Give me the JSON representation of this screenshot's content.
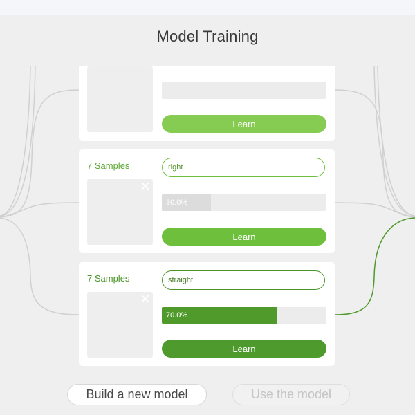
{
  "page": {
    "title": "Model Training"
  },
  "colors": {
    "background": "#efefef",
    "card": "#ffffff",
    "accent_light": "#86cc52",
    "accent": "#6ec03c",
    "accent_dark": "#4e9a2c",
    "wire": "#d0d0d0"
  },
  "classes": [
    {
      "samples_label": "",
      "input_value": "",
      "progress": 0,
      "progress_label": "",
      "learn_label": "Learn"
    },
    {
      "samples_label": "7 Samples",
      "input_value": "right",
      "progress": 0.3,
      "progress_label": "30.0%",
      "learn_label": "Learn"
    },
    {
      "samples_label": "7 Samples",
      "input_value": "straight",
      "progress": 0.7,
      "progress_label": "70.0%",
      "learn_label": "Learn"
    }
  ],
  "icons": {
    "close": "close-icon"
  },
  "footer": {
    "build_label": "Build a new model",
    "use_label": "Use the model"
  }
}
